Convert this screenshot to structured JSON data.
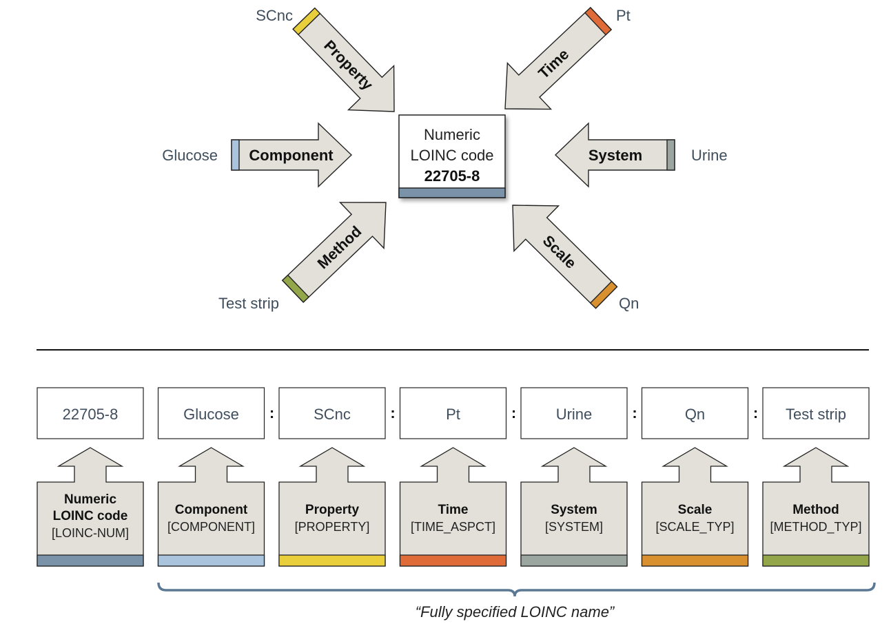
{
  "center": {
    "line1": "Numeric",
    "line2": "LOINC code",
    "code": "22705-8"
  },
  "arrows": [
    {
      "key": "component",
      "label": "Component",
      "value": "Glucose",
      "color": "#a9c4dc"
    },
    {
      "key": "property",
      "label": "Property",
      "value": "SCnc",
      "color": "#e9cf3b"
    },
    {
      "key": "time",
      "label": "Time",
      "value": "Pt",
      "color": "#de6b38"
    },
    {
      "key": "system",
      "label": "System",
      "value": "Urine",
      "color": "#9aa69f"
    },
    {
      "key": "scale",
      "label": "Scale",
      "value": "Qn",
      "color": "#d99130"
    },
    {
      "key": "method",
      "label": "Method",
      "value": "Test strip",
      "color": "#93a74a"
    }
  ],
  "name_boxes": [
    {
      "key": "loinc-num",
      "value": "22705-8",
      "title1": "Numeric",
      "title2": "LOINC code",
      "field": "[LOINC-NUM]",
      "color": "#7b93a8"
    },
    {
      "key": "component",
      "value": "Glucose",
      "title1": "Component",
      "title2": "",
      "field": "[COMPONENT]",
      "color": "#a9c4dc"
    },
    {
      "key": "property",
      "value": "SCnc",
      "title1": "Property",
      "title2": "",
      "field": "[PROPERTY]",
      "color": "#e9cf3b"
    },
    {
      "key": "time",
      "value": "Pt",
      "title1": "Time",
      "title2": "",
      "field": "[TIME_ASPCT]",
      "color": "#de6b38"
    },
    {
      "key": "system",
      "value": "Urine",
      "title1": "System",
      "title2": "",
      "field": "[SYSTEM]",
      "color": "#9aa69f"
    },
    {
      "key": "scale",
      "value": "Qn",
      "title1": "Scale",
      "title2": "",
      "field": "[SCALE_TYP]",
      "color": "#d99130"
    },
    {
      "key": "method",
      "value": "Test strip",
      "title1": "Method",
      "title2": "",
      "field": "[METHOD_TYP]",
      "color": "#93a74a"
    }
  ],
  "separator": ":",
  "caption": "“Fully specified LOINC name”",
  "colors": {
    "arrow_fill": "#e2e0d8",
    "stroke": "#222222",
    "center_bar": "#7b93a8",
    "bracket": "#5b7894"
  }
}
